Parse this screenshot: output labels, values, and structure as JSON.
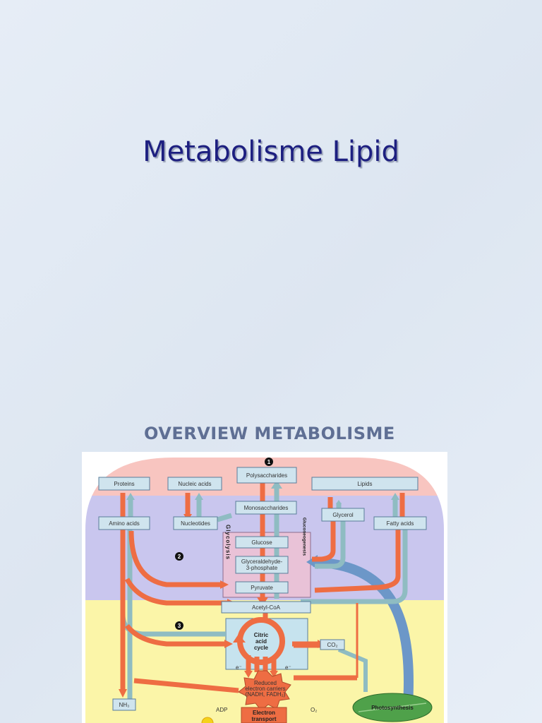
{
  "slide": {
    "title": "Metabolisme Lipid",
    "subtitle": "OVERVIEW METABOLISME"
  },
  "diagram": {
    "step_markers": [
      "1",
      "2",
      "3"
    ],
    "boxes": {
      "proteins": "Proteins",
      "nucleic_acids": "Nucleic acids",
      "polysaccharides": "Polysaccharides",
      "lipids": "Lipids",
      "monosaccharides": "Monosaccharides",
      "amino_acids": "Amino acids",
      "nucleotides": "Nucleotides",
      "glycerol": "Glycerol",
      "fatty_acids": "Fatty acids",
      "glucose": "Glucose",
      "g3p_line1": "Glyceraldehyde-",
      "g3p_line2": "3-phosphate",
      "pyruvate": "Pyruvate",
      "acetyl_coa": "Acetyl-CoA",
      "citric_line1": "Citric",
      "citric_line2": "acid",
      "citric_line3": "cycle",
      "co2": "CO₂",
      "nh3": "NH₃",
      "reduced_line1": "Reduced",
      "reduced_line2": "electron carriers",
      "reduced_line3": "(NADH, FADH₂)",
      "electron_line1": "Electron",
      "electron_line2": "transport",
      "photosynthesis": "Photosynthesis",
      "adp": "ADP",
      "o2": "O₂",
      "e_minus": "e⁻"
    },
    "vertical_labels": {
      "glycolysis": "Glycolysis",
      "gluconeogenesis": "Gluconeogenesis"
    },
    "colors": {
      "catabolic": "#ee6d43",
      "anabolic": "#8fbcc2",
      "zone_top": "#f8c5c0",
      "zone_middle": "#c9c6ee",
      "zone_bottom": "#fbf5a8",
      "box_fill": "#cfe4ee",
      "box_stroke": "#5a7d9a",
      "photosynthesis_arrow": "#6c97c8"
    }
  }
}
